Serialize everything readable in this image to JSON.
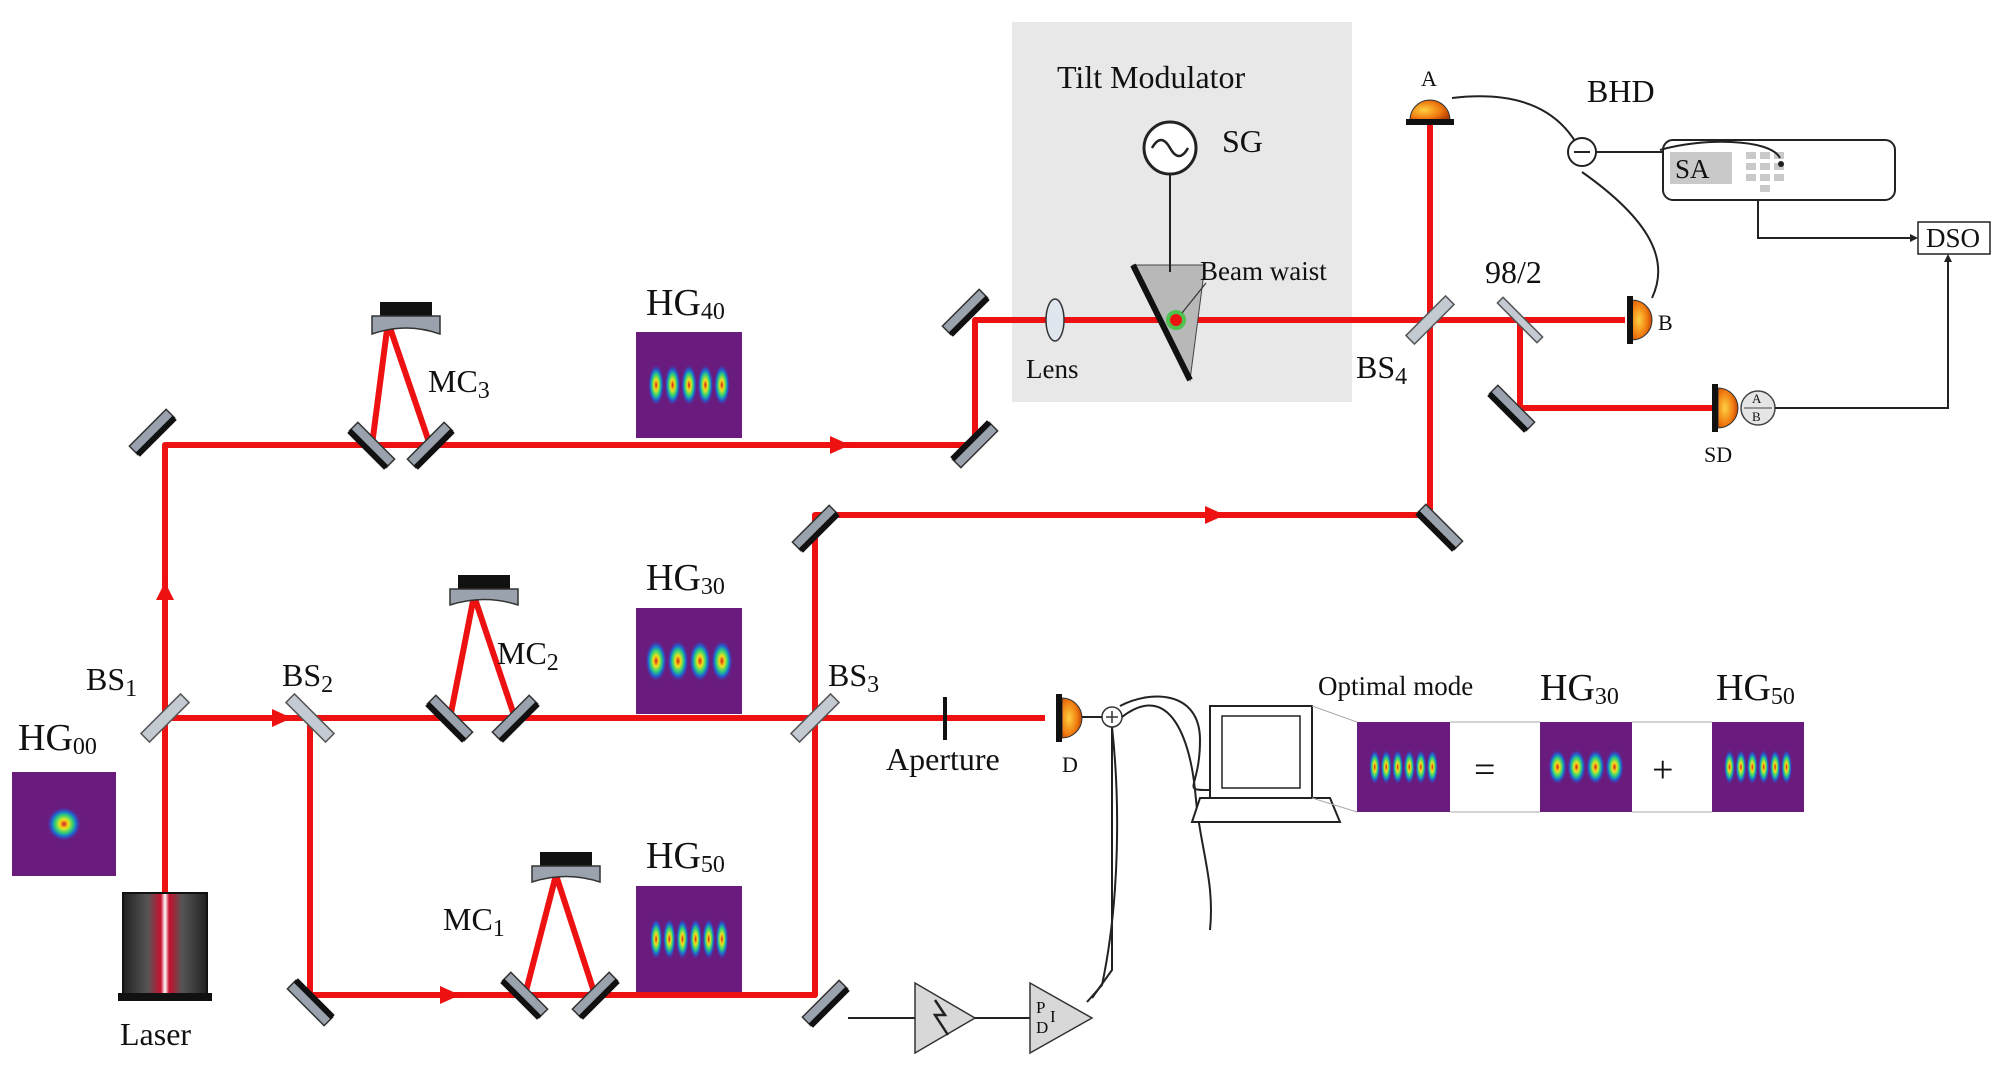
{
  "labels": {
    "tilt_modulator": "Tilt Modulator",
    "sg": "SG",
    "beam_waist": "Beam waist",
    "lens": "Lens",
    "bhd": "BHD",
    "det_a": "A",
    "det_b": "B",
    "det_d": "D",
    "sd": "SD",
    "ratio": "98/2",
    "dso": "DSO",
    "sa": "SA",
    "laser": "Laser",
    "aperture": "Aperture",
    "optimal_mode": "Optimal mode",
    "equals": "=",
    "plus": "+",
    "pid_p": "P",
    "pid_i": "I",
    "pid_d": "D",
    "ab_a": "A",
    "ab_b": "B"
  },
  "subscripted": {
    "bs1": {
      "base": "BS",
      "sub": "1"
    },
    "bs2": {
      "base": "BS",
      "sub": "2"
    },
    "bs3": {
      "base": "BS",
      "sub": "3"
    },
    "bs4": {
      "base": "BS",
      "sub": "4"
    },
    "mc1": {
      "base": "MC",
      "sub": "1"
    },
    "mc2": {
      "base": "MC",
      "sub": "2"
    },
    "mc3": {
      "base": "MC",
      "sub": "3"
    },
    "hg00": {
      "base": "HG",
      "sub": "00"
    },
    "hg30": {
      "base": "HG",
      "sub": "30"
    },
    "hg40": {
      "base": "HG",
      "sub": "40"
    },
    "hg50": {
      "base": "HG",
      "sub": "50"
    },
    "hg30_eq": {
      "base": "HG",
      "sub": "30"
    },
    "hg50_eq": {
      "base": "HG",
      "sub": "50"
    }
  },
  "colors": {
    "beam": "#ee1111",
    "mode_background": "#6a1b7e",
    "panel": "#e8e8e8"
  },
  "modes": {
    "hg00": {
      "lobes": 1
    },
    "hg40": {
      "lobes": 5
    },
    "hg30": {
      "lobes": 4
    },
    "hg50": {
      "lobes": 6
    },
    "optimal": {
      "lobes": 6
    },
    "hg30_eq": {
      "lobes": 4
    },
    "hg50_eq": {
      "lobes": 6
    }
  }
}
